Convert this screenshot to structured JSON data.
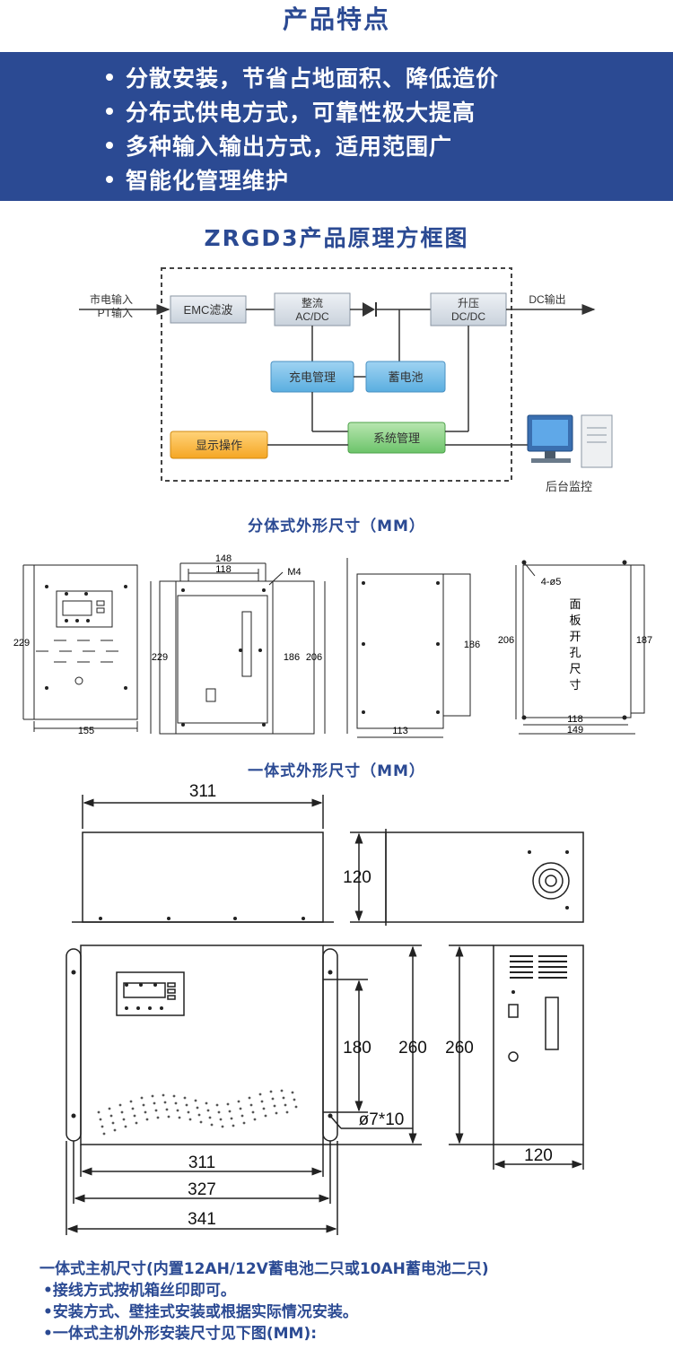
{
  "header": {
    "title": "产品特点"
  },
  "features": [
    "分散安装，节省占地面积、降低造价",
    "分布式供电方式，可靠性极大提高",
    "多种输入输出方式，适用范围广",
    "智能化管理维护"
  ],
  "block_diagram": {
    "title": "ZRGD3产品原理方框图",
    "input_line1": "市电输入",
    "input_line2": "PT输入",
    "emc": "EMC滤波",
    "rectifier_line1": "整流",
    "rectifier_line2": "AC/DC",
    "boost_line1": "升压",
    "boost_line2": "DC/DC",
    "output": "DC输出",
    "charge": "充电管理",
    "battery": "蓄电池",
    "display": "显示操作",
    "system": "系统管理",
    "monitor": "后台监控"
  },
  "split_dimensions": {
    "title": "分体式外形尺寸（MM）",
    "d155": "155",
    "d229a": "229",
    "d148": "148",
    "d118a": "118",
    "m4": "M4",
    "d229b": "229",
    "d186a": "186",
    "d206a": "206",
    "d186b": "186",
    "d113": "113",
    "d206b": "206",
    "d187": "187",
    "hole": "4-ø5",
    "d118b": "118",
    "d149": "149",
    "cutout_chars": [
      "面",
      "板",
      "开",
      "孔",
      "尺",
      "寸"
    ]
  },
  "integrated_dimensions": {
    "title": "一体式外形尺寸（MM）",
    "d311top": "311",
    "d120side": "120",
    "d180": "180",
    "d260a": "260",
    "d260b": "260",
    "hole": "ø7*10",
    "d311": "311",
    "d327": "327",
    "d341": "341",
    "d120bottom": "120"
  },
  "notes": {
    "line1": "一体式主机尺寸(内置12AH/12V蓄电池二只或10AH蓄电池二只)",
    "line2": "•接线方式按机箱丝印即可。",
    "line3": "•安装方式、壁挂式安装或根据实际情况安装。",
    "line4": "•一体式主机外形安装尺寸见下图(MM):"
  }
}
